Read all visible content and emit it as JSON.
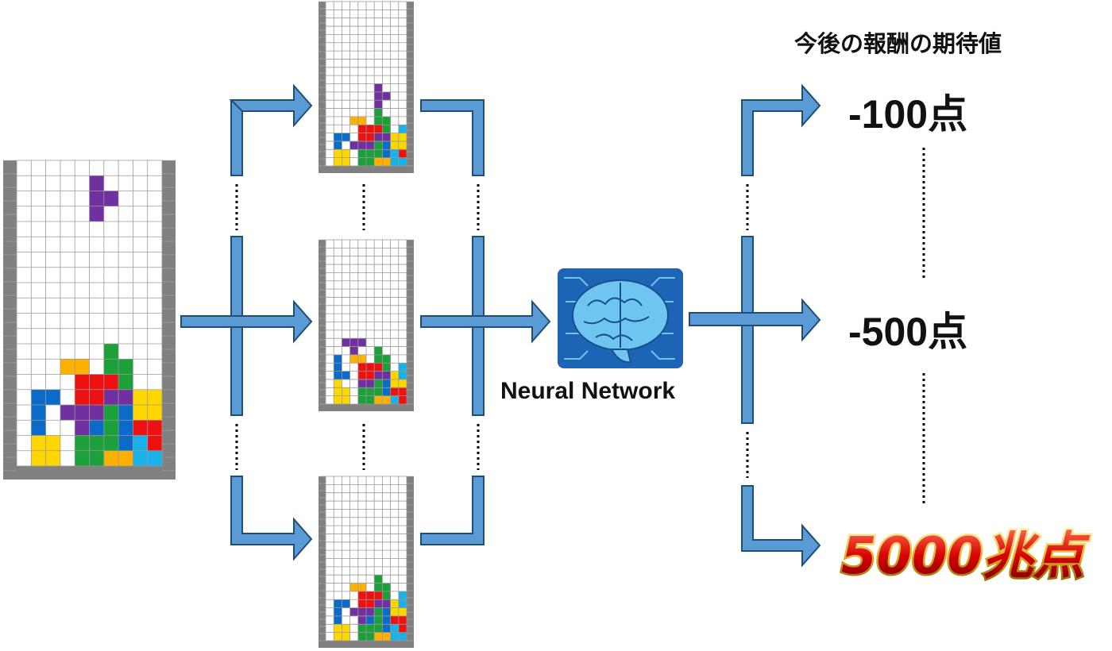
{
  "header": {
    "title": "今後の報酬の期待値"
  },
  "network": {
    "label": "Neural Network"
  },
  "scores": [
    {
      "text": "-100点"
    },
    {
      "text": "-500点"
    },
    {
      "text": "5000兆点"
    }
  ],
  "colors": {
    "arrow_fill": "#5b9bd5",
    "arrow_stroke": "#1f4e79",
    "wall": "#808080",
    "grid": "#9a9a9a",
    "brain_bg": "#1e64b4",
    "brain": "#6ec6f0"
  },
  "pieces": {
    "Y": "#ffd700",
    "O": "#ffb000",
    "G": "#1ca03a",
    "R": "#ee1111",
    "P": "#7030a0",
    "B": "#0a6cc8",
    "C": "#1ab0e8"
  },
  "boards": {
    "main": {
      "active": [
        [
          1,
          5
        ],
        [
          2,
          5
        ],
        [
          2,
          6
        ],
        [
          3,
          5
        ]
      ],
      "stack": [
        "..........",
        "......G...",
        "...OO.GG..",
        "....RRRG..",
        ".BB.RRPPYY",
        ".B.PPPGBYY",
        ".B..PBGBRR",
        ".YY.GGGBCR",
        ".YY.GGOOCC"
      ]
    },
    "top": {
      "stack": [
        "............",
        "...........",
        "......P....",
        "......PP...",
        "......P....",
        "......G....",
        "...OO.GG...",
        "....RRRG.C.",
        ".BB.RRPPYYC",
        ".B.PPPGBYYC",
        ".YY.GGGBCRR",
        ".YY.GGOOCCR"
      ]
    },
    "middle": {
      "stack": [
        "..........",
        "..........",
        "..PPP.....",
        "...P..G...",
        ".B.OO.GG..",
        ".B..RRRG.C",
        ".BB.RRPPYC",
        ".Y..PPGBYY",
        ".YY.GGGBRR",
        ".YY.GGOOCR"
      ]
    },
    "bottom": {
      "stack": [
        "..........",
        "......G...",
        "...OO.GG..",
        "....RRRG.C",
        ".BB.RRPPYC",
        ".B.PPPGBYY",
        ".B..PBGBRR",
        ".YY.GGGBCR",
        ".YY.GGOOCC"
      ]
    }
  }
}
